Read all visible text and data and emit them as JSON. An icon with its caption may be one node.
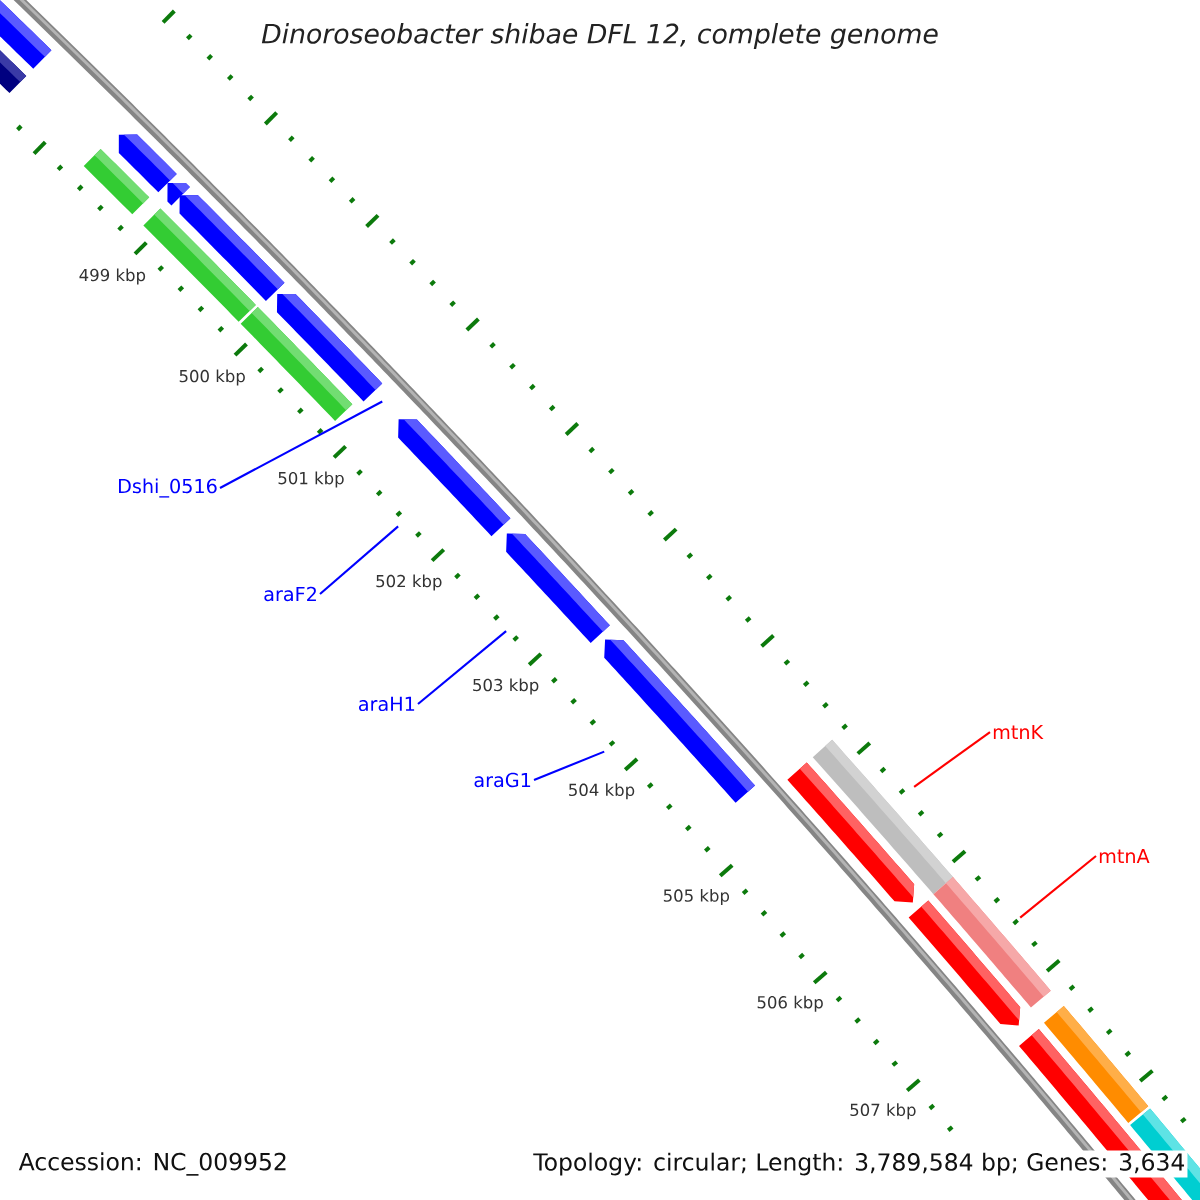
{
  "diagram": {
    "title": "Dinoroseobacter shibae DFL 12, complete genome",
    "nodes": [
      {
        "text": [
          "Dshi_0516"
        ]
      },
      {
        "text": [
          "araF2"
        ]
      },
      {
        "text": [
          "araH1"
        ]
      },
      {
        "text": [
          "araG1"
        ]
      },
      {
        "text": [
          "mtnK"
        ]
      },
      {
        "text": [
          "mtnA"
        ]
      },
      {
        "text": [],
        "shape": "bar"
      },
      {
        "text": [],
        "shape": "bar"
      },
      {
        "text": [],
        "shape": "bar"
      },
      {
        "text": [],
        "shape": "bar"
      },
      {
        "text": [],
        "shape": "bar"
      },
      {
        "text": [],
        "shape": "bar"
      },
      {
        "text": [],
        "shape": "bar"
      },
      {
        "text": [],
        "shape": "bar"
      },
      {
        "text": [],
        "shape": "bar"
      },
      {
        "text": [],
        "shape": "bar"
      },
      {
        "text": [],
        "shape": "bar"
      },
      {
        "text": [],
        "shape": "bar"
      },
      {
        "text": [],
        "shape": "bar"
      },
      {
        "text": [],
        "shape": "bar"
      },
      {
        "text": [],
        "shape": "bar"
      },
      {
        "text": [],
        "shape": "bar"
      },
      {
        "text": [],
        "shape": "bar"
      },
      {
        "text": [],
        "shape": "bar"
      },
      {
        "text": [],
        "shape": "bar"
      }
    ],
    "edges": [
      {
        "from": 0,
        "to": 14,
        "arrow": "none"
      },
      {
        "from": 1,
        "to": 15,
        "arrow": "none"
      },
      {
        "from": 2,
        "to": 16,
        "arrow": "none"
      },
      {
        "from": 3,
        "to": 17,
        "arrow": "none"
      },
      {
        "from": 4,
        "to": 18,
        "arrow": "none",
        "color": "#ff0000"
      },
      {
        "from": 5,
        "to": 21,
        "arrow": "none",
        "color": "#ff0000"
      }
    ],
    "labels": [
      "499 kbp",
      "500 kbp",
      "501 kbp",
      "502 kbp",
      "503 kbp",
      "504 kbp",
      "505 kbp",
      "506 kbp",
      "507 kbp",
      "Accession: NC_009952",
      "Topology: circular; Length: 3,789,584 bp; Genes: 3,634"
    ]
  }
}
